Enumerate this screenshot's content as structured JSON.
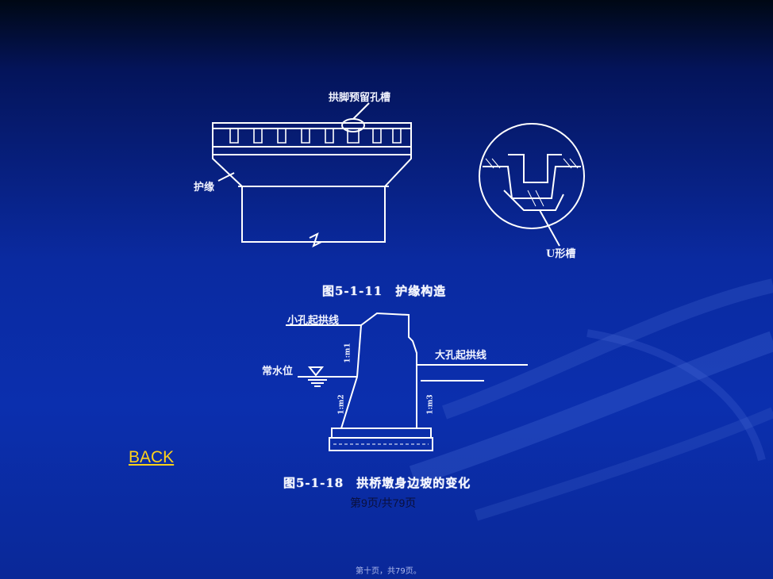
{
  "slide": {
    "figure1": {
      "caption": "图5-1-11　护缘构造",
      "label_top": "拱脚预留孔槽",
      "label_left": "护缘",
      "label_detail": "U形槽"
    },
    "figure2": {
      "caption": "图5-1-18　拱桥墩身边坡的变化",
      "label_small_arch": "小孔起拱线",
      "label_large_arch": "大孔起拱线",
      "label_water": "常水位",
      "label_slope1": "1:m1",
      "label_slope2": "1:m2",
      "label_slope3": "1:m3"
    },
    "back_link": "BACK",
    "page_number": "第9页/共79页",
    "footer": "第十页，共79页。"
  },
  "colors": {
    "background": "#0a2aa0",
    "link": "#ffd21a",
    "drawing": "#ffffff"
  }
}
